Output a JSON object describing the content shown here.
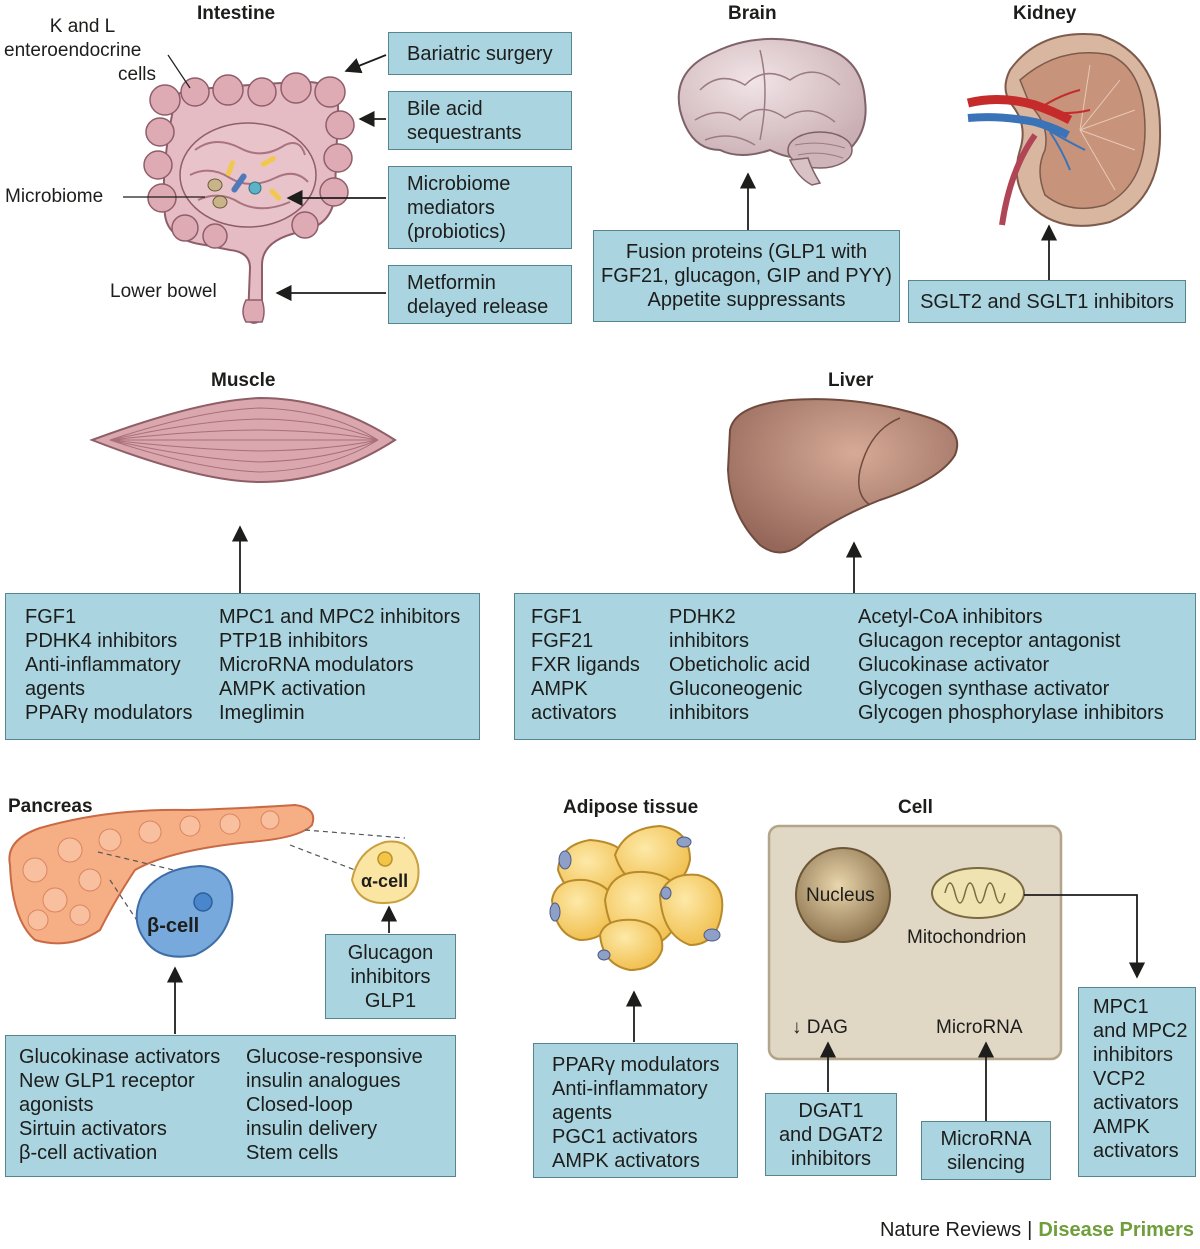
{
  "colors": {
    "box_fill": "#a9d4e0",
    "box_border": "#55858f",
    "footer_accent": "#6f9e3b"
  },
  "intestine": {
    "title": "Intestine",
    "labels": {
      "cells_1": "K and L",
      "cells_2": "enteroendocrine",
      "cells_3": "cells",
      "microbiome": "Microbiome",
      "lower_bowel": "Lower bowel"
    },
    "boxes": {
      "bariatric": [
        "Bariatric surgery"
      ],
      "bile": [
        "Bile acid",
        "sequestrants"
      ],
      "microbiome": [
        "Microbiome",
        "mediators",
        "(probiotics)"
      ],
      "metformin": [
        "Metformin",
        "delayed release"
      ]
    }
  },
  "brain": {
    "title": "Brain",
    "box": [
      "Fusion proteins (GLP1 with",
      "FGF21, glucagon, GIP and PYY)",
      "Appetite suppressants"
    ]
  },
  "kidney": {
    "title": "Kidney",
    "box": [
      "SGLT2 and SGLT1 inhibitors"
    ]
  },
  "muscle": {
    "title": "Muscle",
    "col1": [
      "FGF1",
      "PDHK4 inhibitors",
      "Anti-inflammatory",
      "agents",
      "PPARγ modulators"
    ],
    "col2": [
      "MPC1 and MPC2 inhibitors",
      "PTP1B inhibitors",
      "MicroRNA modulators",
      "AMPK activation",
      "Imeglimin"
    ]
  },
  "liver": {
    "title": "Liver",
    "col1": [
      "FGF1",
      "FGF21",
      "FXR ligands",
      "AMPK",
      "activators"
    ],
    "col2": [
      "PDHK2",
      "inhibitors",
      "Obeticholic acid",
      "Gluconeogenic",
      "inhibitors"
    ],
    "col3": [
      "Acetyl-CoA inhibitors",
      "Glucagon receptor antagonist",
      "Glucokinase activator",
      "Glycogen synthase activator",
      "Glycogen phosphorylase inhibitors"
    ]
  },
  "pancreas": {
    "title": "Pancreas",
    "beta_label": "β-cell",
    "alpha_label": "α-cell",
    "alpha_box": [
      "Glucagon",
      "inhibitors",
      "GLP1"
    ],
    "beta_col1": [
      "Glucokinase activators",
      "New GLP1 receptor",
      "agonists",
      "Sirtuin activators",
      "β-cell activation"
    ],
    "beta_col2": [
      "Glucose-responsive",
      "insulin analogues",
      "Closed-loop",
      "insulin delivery",
      "Stem cells"
    ]
  },
  "adipose": {
    "title": "Adipose tissue",
    "box": [
      "PPARγ modulators",
      "Anti-inflammatory",
      "agents",
      "PGC1 activators",
      "AMPK activators"
    ]
  },
  "cell": {
    "title": "Cell",
    "nucleus": "Nucleus",
    "mitochondrion": "Mitochondrion",
    "dag": "↓ DAG",
    "microrna": "MicroRNA",
    "dgat_box": [
      "DGAT1",
      "and DGAT2",
      "inhibitors"
    ],
    "mirna_box": [
      "MicroRNA",
      "silencing"
    ],
    "mpc_box": [
      "MPC1",
      "and MPC2",
      "inhibitors",
      "VCP2",
      "activators",
      "AMPK",
      "activators"
    ]
  },
  "footer": {
    "brand": "Nature Reviews",
    "separator": "|",
    "subtitle": "Disease Primers"
  }
}
